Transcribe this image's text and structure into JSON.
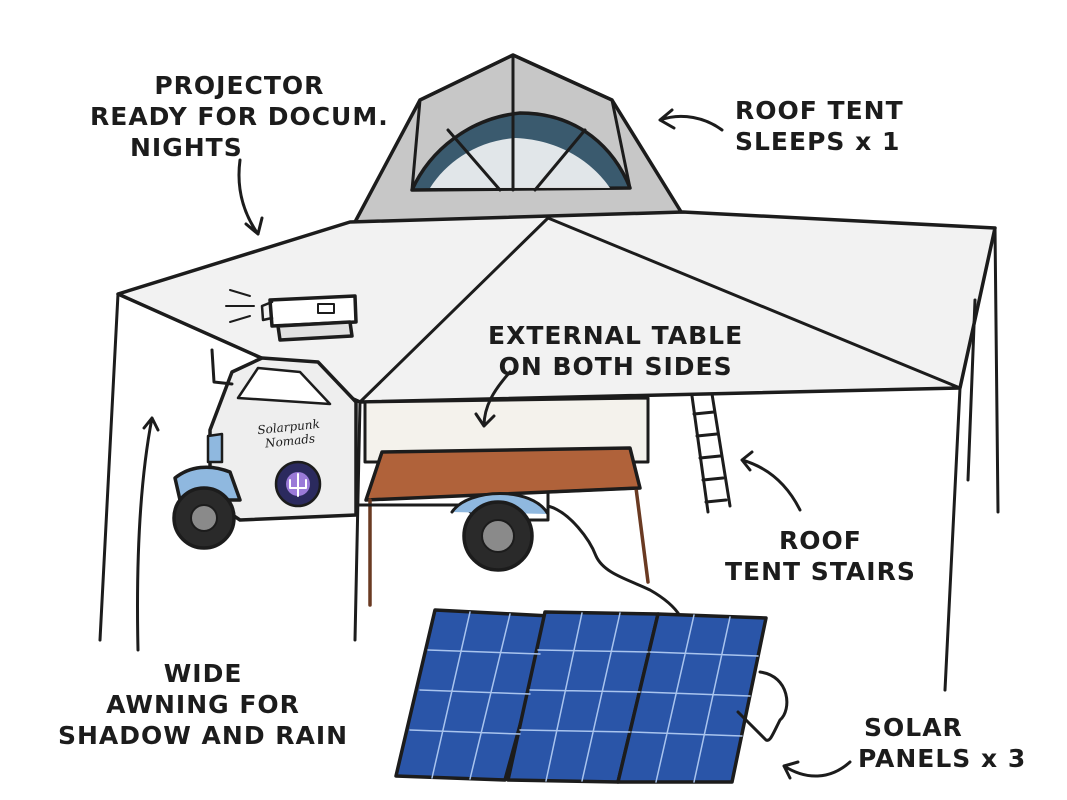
{
  "annotations": {
    "projector": [
      "PROJECTOR",
      "READY FOR DOCUM.",
      "NIGHTS"
    ],
    "roof_tent": [
      "ROOF TENT",
      "SLEEPS x 1"
    ],
    "external_table": [
      "EXTERNAL TABLE",
      "ON BOTH SIDES"
    ],
    "roof_tent_stairs": [
      "ROOF",
      "TENT STAIRS"
    ],
    "wide_awning": [
      "WIDE",
      "AWNING FOR",
      "SHADOW AND RAIN"
    ],
    "solar_panels": [
      "SOLAR",
      "PANELS x 3"
    ]
  },
  "vehicle_branding": [
    "Solarpunk",
    "Nomads"
  ],
  "colors": {
    "ink": "#1c1c1c",
    "awning": "#f2f2f2",
    "tent_shell": "#c7c7c7",
    "tent_window": "#3a5a6e",
    "table_top": "#b0623a",
    "solar_cell": "#2a55a8",
    "vehicle_body": "#eeeeee",
    "vehicle_trim": "#8fb8df"
  }
}
